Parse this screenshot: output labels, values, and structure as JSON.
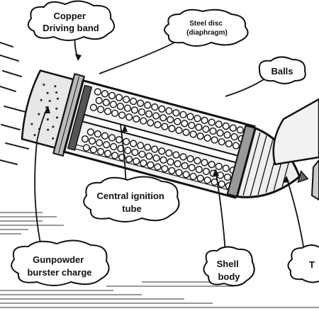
{
  "labels": {
    "driving_band": [
      "Copper",
      "Driving band"
    ],
    "steel_disc": [
      "Steel disc",
      "(diaphragm)"
    ],
    "balls": [
      "Balls"
    ],
    "ignition_tube": [
      "Central ignition",
      "tube"
    ],
    "gunpowder": [
      "Gunpowder",
      "burster charge"
    ],
    "shell_body": [
      "Shell",
      "body"
    ],
    "cut_off": [
      "T"
    ]
  },
  "colors": {
    "ink": "#111111",
    "paper": "#ffffff"
  }
}
